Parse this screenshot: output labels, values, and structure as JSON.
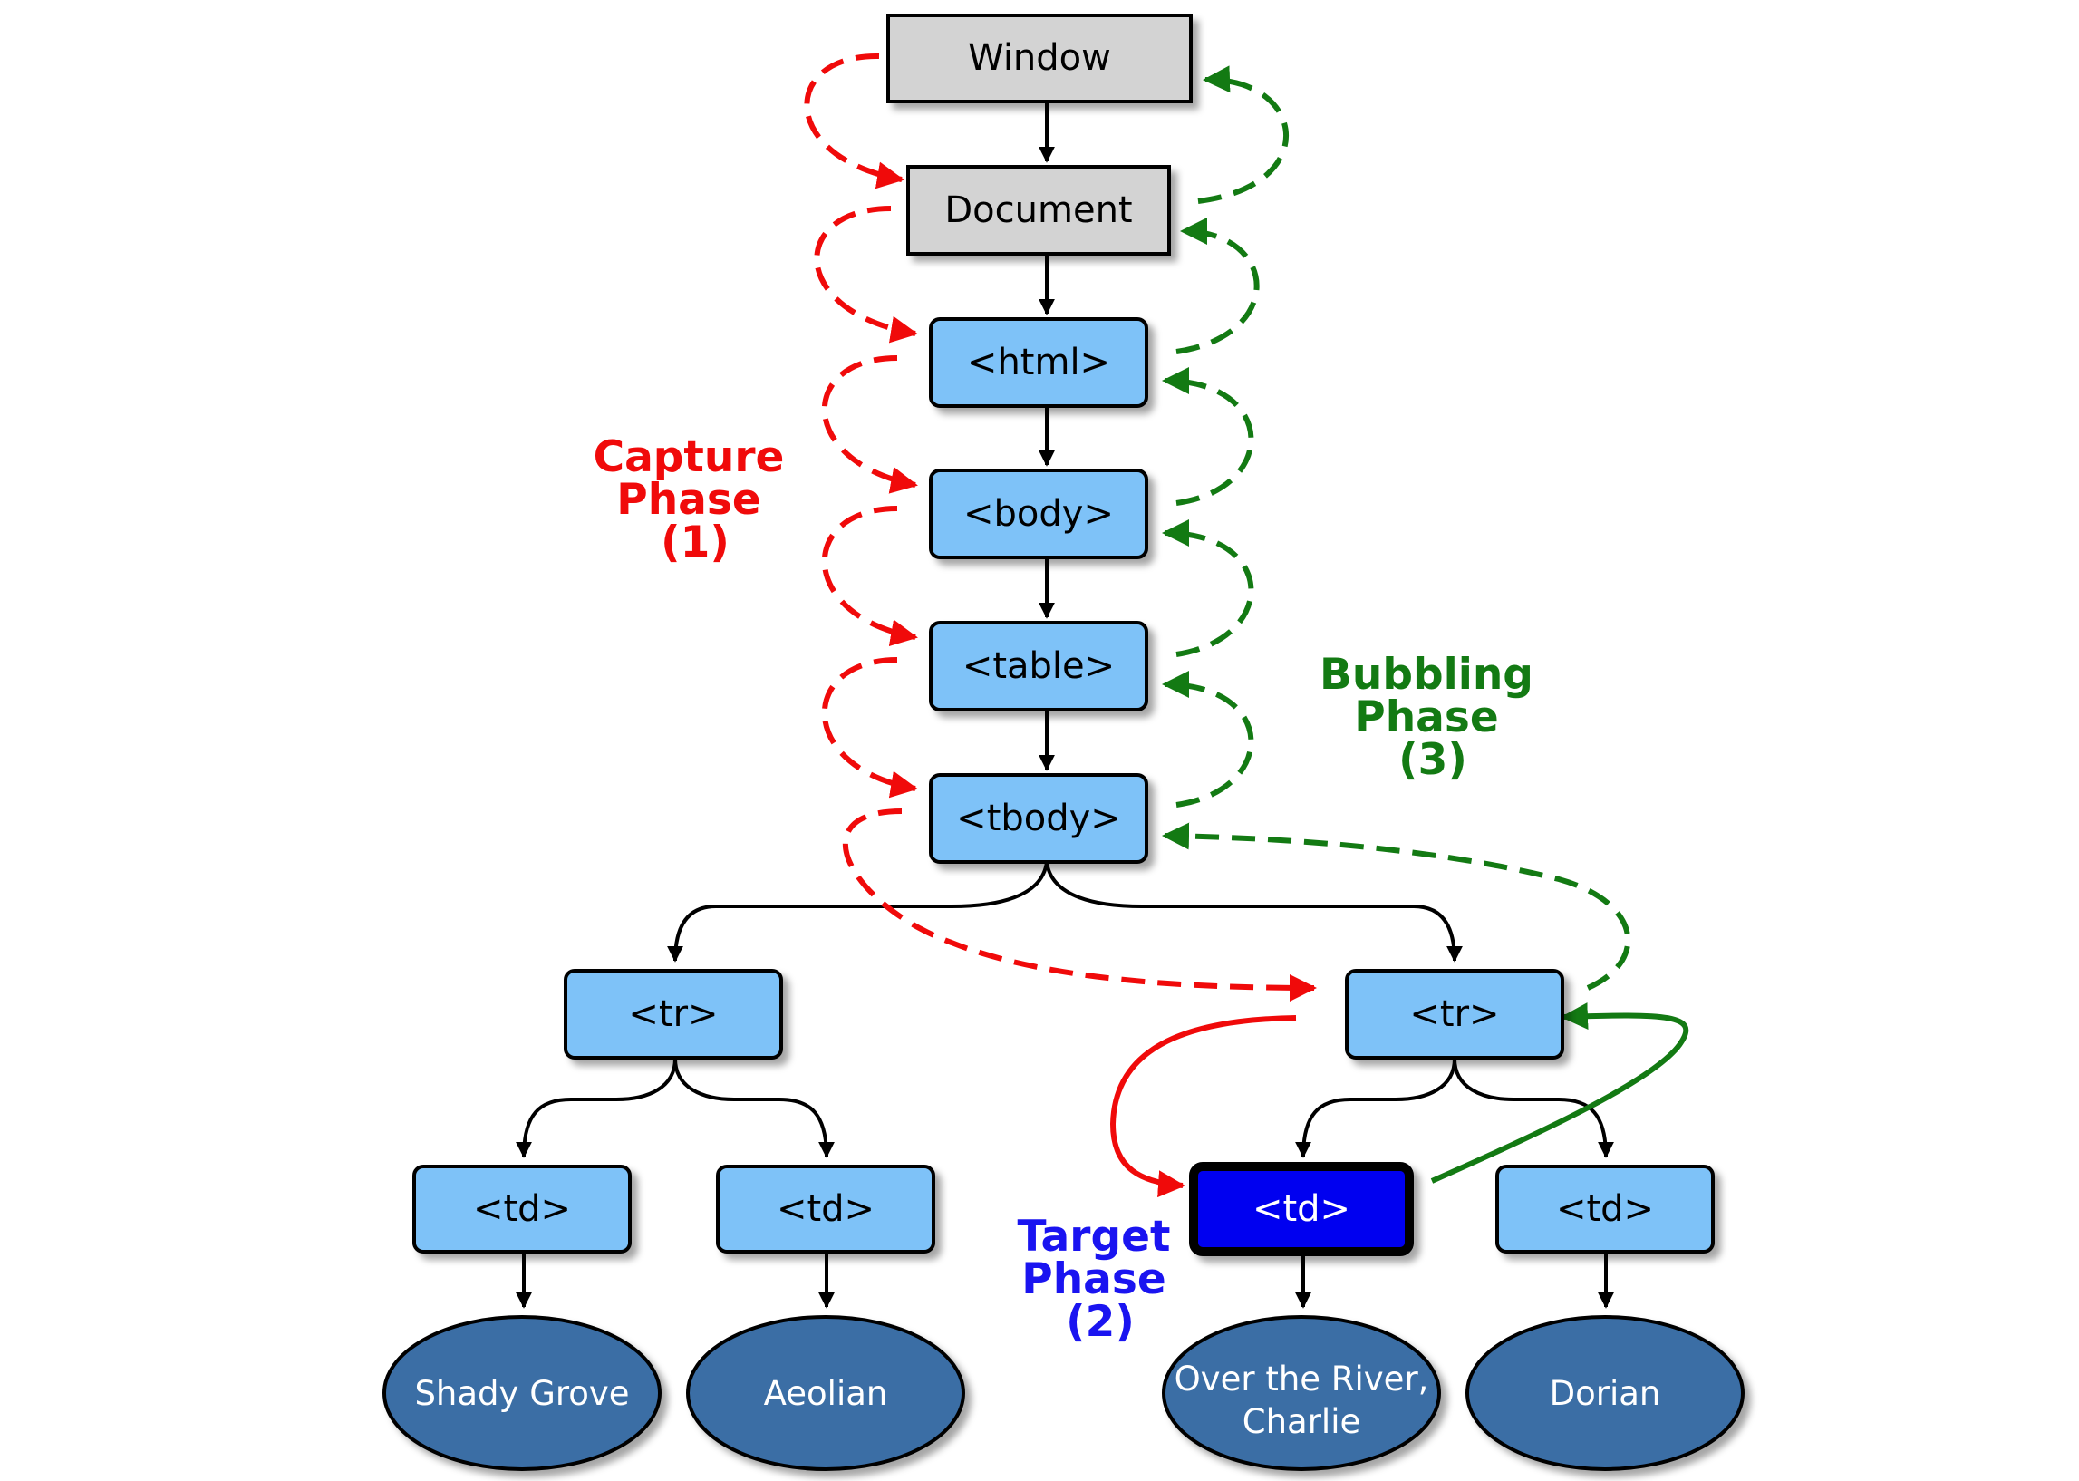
{
  "colors": {
    "gray_fill": "#d3d3d3",
    "element_fill": "#7ec2f8",
    "target_fill": "#0000f0",
    "leaf_fill": "#3a6ea5",
    "capture": "#f00a0a",
    "bubble": "#137a13",
    "target_label": "#1a14f0"
  },
  "nodes": {
    "window": "Window",
    "document": "Document",
    "html": "<html>",
    "body": "<body>",
    "table": "<table>",
    "tbody": "<tbody>",
    "tr_left": "<tr>",
    "tr_right": "<tr>",
    "td_1": "<td>",
    "td_2": "<td>",
    "td_target": "<td>",
    "td_4": "<td>"
  },
  "leaves": {
    "leaf_1": "Shady Grove",
    "leaf_2": "Aeolian",
    "leaf_3_line1": "Over the River,",
    "leaf_3_line2": "Charlie",
    "leaf_4": "Dorian"
  },
  "phases": {
    "capture": [
      "Capture",
      "Phase",
      "(1)"
    ],
    "bubbling": [
      "Bubbling",
      "Phase",
      "(3)"
    ],
    "target": [
      "Target",
      "Phase",
      "(2)"
    ]
  }
}
